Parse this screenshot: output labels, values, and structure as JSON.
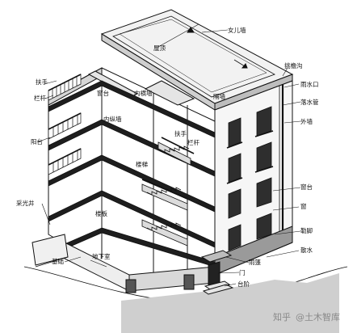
{
  "labels": {
    "parapet": "女儿墙",
    "roof": "屋顶",
    "gutter": "挑檐沟",
    "rain_outlet": "雨水口",
    "downpipe": "落水管",
    "outer_wall": "外墙",
    "handrail_left": "扶手",
    "railing_left": "栏杆",
    "window_sill_upper": "窗台",
    "inner_cross_wall": "内横墙",
    "partition_wall": "隔墙",
    "inner_long_wall": "内纵墙",
    "balcony": "阳台",
    "handrail_stair": "扶手",
    "railing_stair": "栏杆",
    "stairs": "楼梯",
    "window_sill_right": "窗台",
    "window": "窗",
    "lightwell": "采光井",
    "floor_slab": "楼板",
    "plinth": "勒脚",
    "apron": "散水",
    "foundation": "基础",
    "basement": "地下室",
    "canopy": "雨篷",
    "door": "门",
    "steps": "台阶"
  },
  "watermark": {
    "brand": "知乎",
    "author": "@土木智库"
  }
}
